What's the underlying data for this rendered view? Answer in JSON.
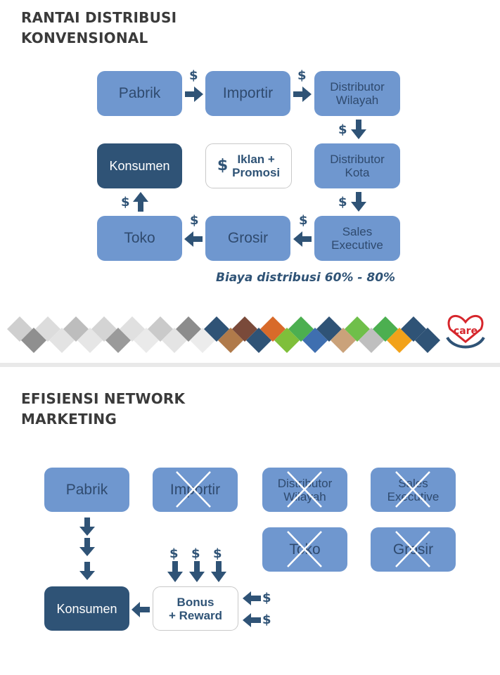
{
  "top": {
    "heading": "RANTAI DISTRIBUSI\nKONVENSIONAL",
    "boxes": {
      "pabrik": "Pabrik",
      "importir": "Importir",
      "distributor_wilayah": "Distributor\nWilayah",
      "distributor_kota": "Distributor\nKota",
      "konsumen": "Konsumen",
      "iklan": "Iklan +\nPromosi",
      "toko": "Toko",
      "grosir": "Grosir",
      "sales": "Sales\nExecutive"
    },
    "currency": "$",
    "note": "Biaya distribusi 60% - 80%"
  },
  "banner": {
    "logo_text": "care"
  },
  "bottom": {
    "heading": "EFISIENSI NETWORK\nMARKETING",
    "boxes": {
      "pabrik": "Pabrik",
      "importir": "Importir",
      "distributor_wilayah": "Distributor\nWilayah",
      "sales": "Sales\nExecutive",
      "toko": "Toko",
      "grosir": "Grosir",
      "konsumen": "Konsumen",
      "bonus": "Bonus\n+ Reward"
    },
    "currency": "$"
  },
  "colors": {
    "box_blue": "#6f97cf",
    "box_dark": "#2f5376",
    "text_dark": "#2f5376",
    "cross": "#ffffff"
  }
}
